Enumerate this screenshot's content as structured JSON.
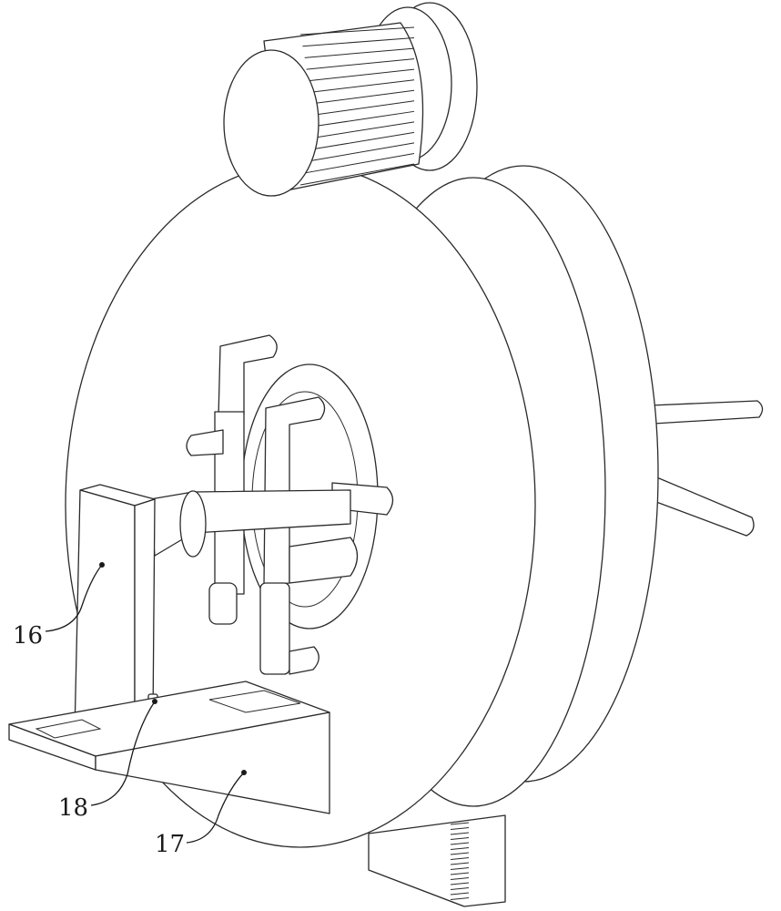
{
  "labels": {
    "part_16": "16",
    "part_17": "17",
    "part_18": "18"
  },
  "colors": {
    "line": "#2a2a2a",
    "background": "#ffffff"
  }
}
